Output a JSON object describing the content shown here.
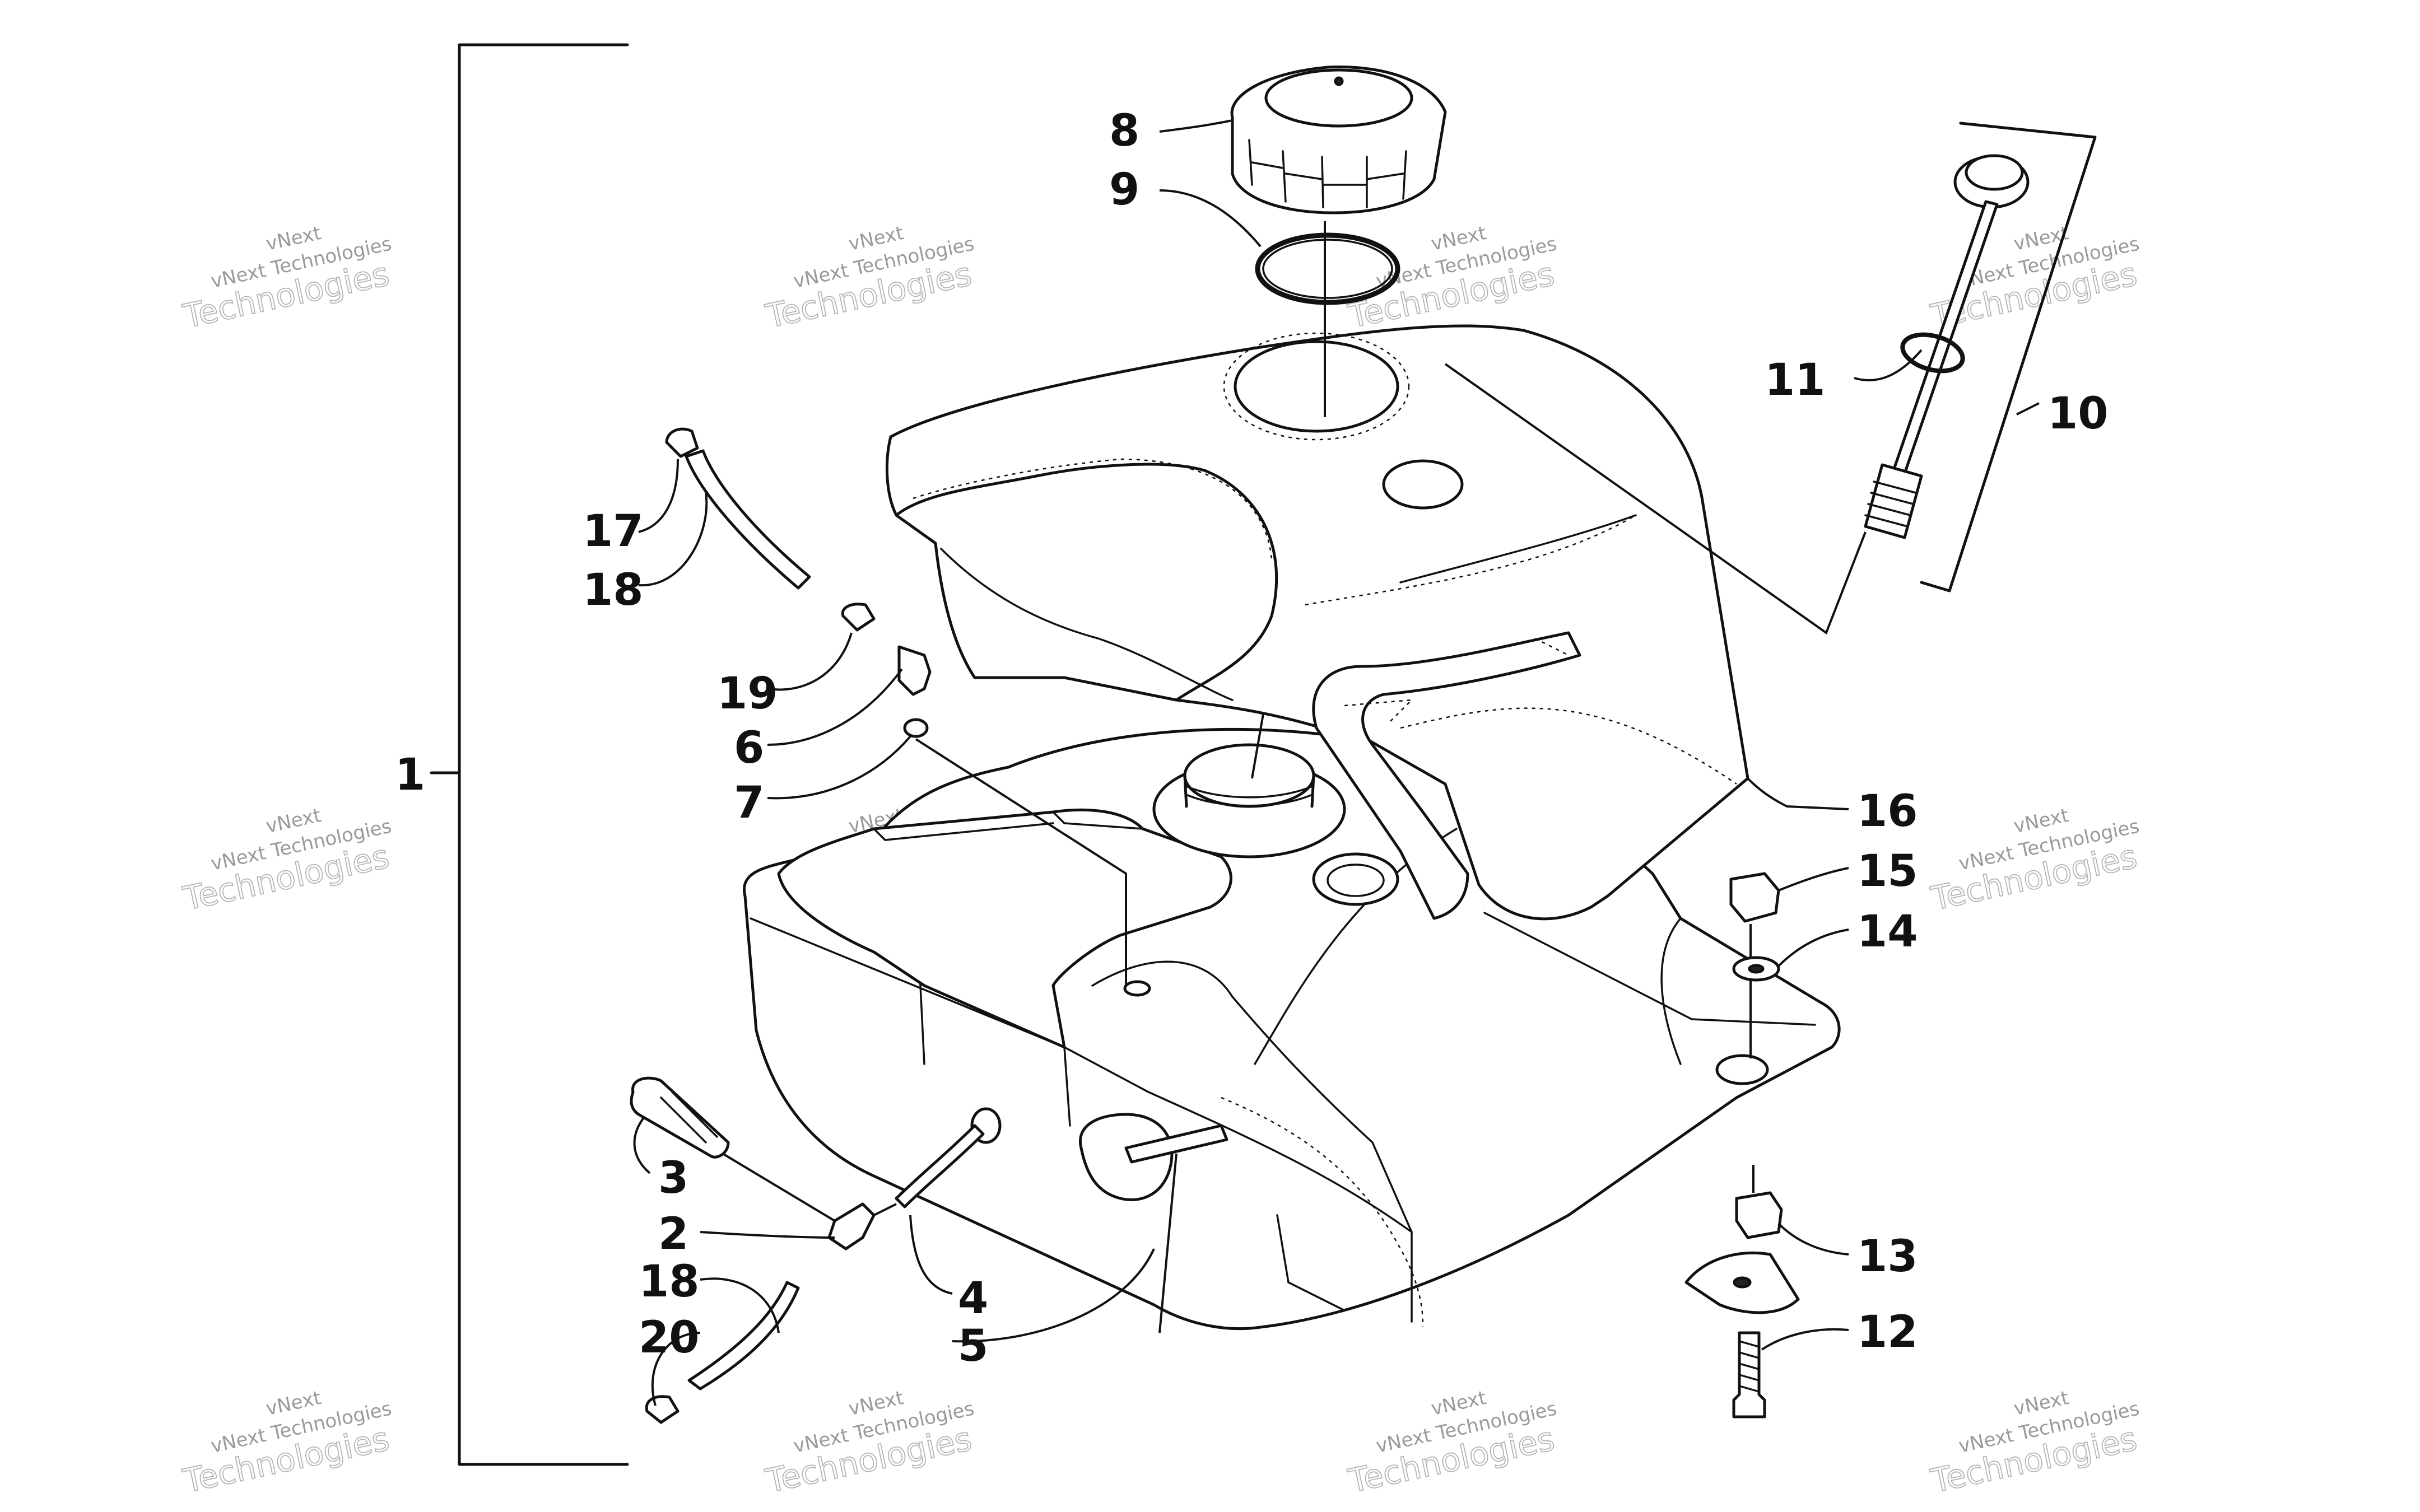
{
  "watermark": {
    "line1": "vNext",
    "line2": "vNext Technologies",
    "line3": "Technologies"
  },
  "callouts": {
    "c1": "1",
    "c2": "2",
    "c3": "3",
    "c4": "4",
    "c5": "5",
    "c6": "6",
    "c7": "7",
    "c8": "8",
    "c9": "9",
    "c10": "10",
    "c11": "11",
    "c12": "12",
    "c13": "13",
    "c14": "14",
    "c15": "15",
    "c16": "16",
    "c17": "17",
    "c18a": "18",
    "c18b": "18",
    "c19": "19",
    "c20": "20"
  }
}
